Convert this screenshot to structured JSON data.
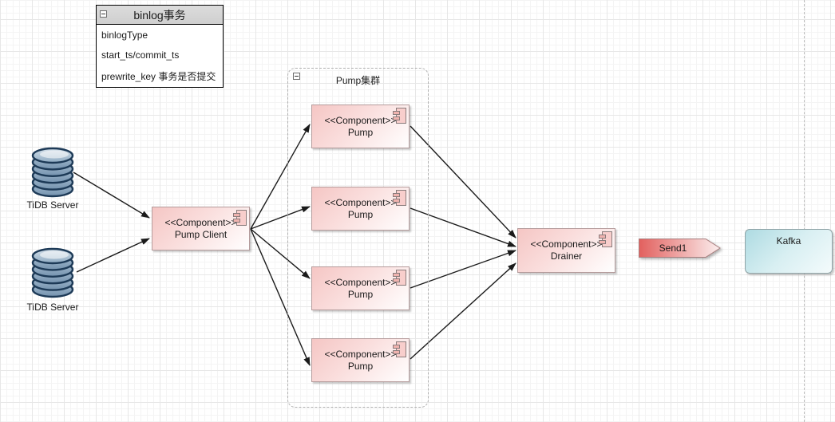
{
  "note": {
    "title": "binlog事务",
    "rows": [
      "binlogType",
      "start_ts/commit_ts",
      "prewrite_key 事务是否提交"
    ]
  },
  "databases": [
    {
      "label": "TiDB Server"
    },
    {
      "label": "TiDB Server"
    }
  ],
  "pump_client": {
    "stereotype": "<<Component>>",
    "name": "Pump Client"
  },
  "pump_cluster": {
    "title": "Pump集群",
    "pumps": [
      {
        "stereotype": "<<Component>>",
        "name": "Pump"
      },
      {
        "stereotype": "<<Component>>",
        "name": "Pump"
      },
      {
        "stereotype": "<<Component>>",
        "name": "Pump"
      },
      {
        "stereotype": "<<Component>>",
        "name": "Pump"
      }
    ]
  },
  "drainer": {
    "stereotype": "<<Component>>",
    "name": "Drainer"
  },
  "send_arrow": {
    "label": "Send1"
  },
  "kafka": {
    "label": "Kafka"
  },
  "colors": {
    "component_fill": "#f8cecc",
    "component_border": "#b59c9c",
    "kafka_fill": "#b5dfe6",
    "kafka_border": "#8fa3a6",
    "send_fill": "#e2605e",
    "note_header_bg": "#d4d4d4",
    "arrow": "#1a1a1a",
    "cylinder_body": "#7f9db8",
    "cylinder_stroke": "#1d3a57"
  }
}
